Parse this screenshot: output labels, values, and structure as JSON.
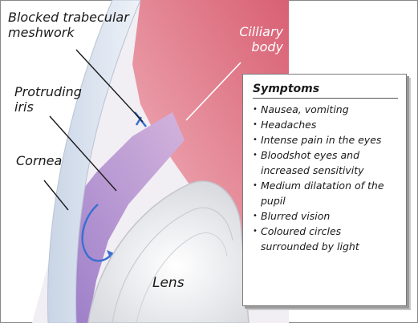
{
  "labels": {
    "meshwork": "Blocked trabecular\nmeshwork",
    "iris": "Protruding\niris",
    "cornea": "Cornea",
    "ciliary": "Cilliary\nbody",
    "lens": "Lens"
  },
  "symptoms": {
    "title": "Symptoms",
    "items": [
      "Nausea, vomiting",
      "Headaches",
      "Intense pain in the eyes",
      "Bloodshot eyes and\nincreased sensitivity",
      "Medium dilatation of the\npupil",
      "Blurred vision",
      "Coloured circles\nsurrounded by light"
    ]
  },
  "colors": {
    "cornea": "#dfe6f0",
    "iris": "#b9a2d3",
    "ciliary": "#e68a98",
    "lens": "#f4f4f4",
    "flow_arrow": "#3b6fd0"
  }
}
